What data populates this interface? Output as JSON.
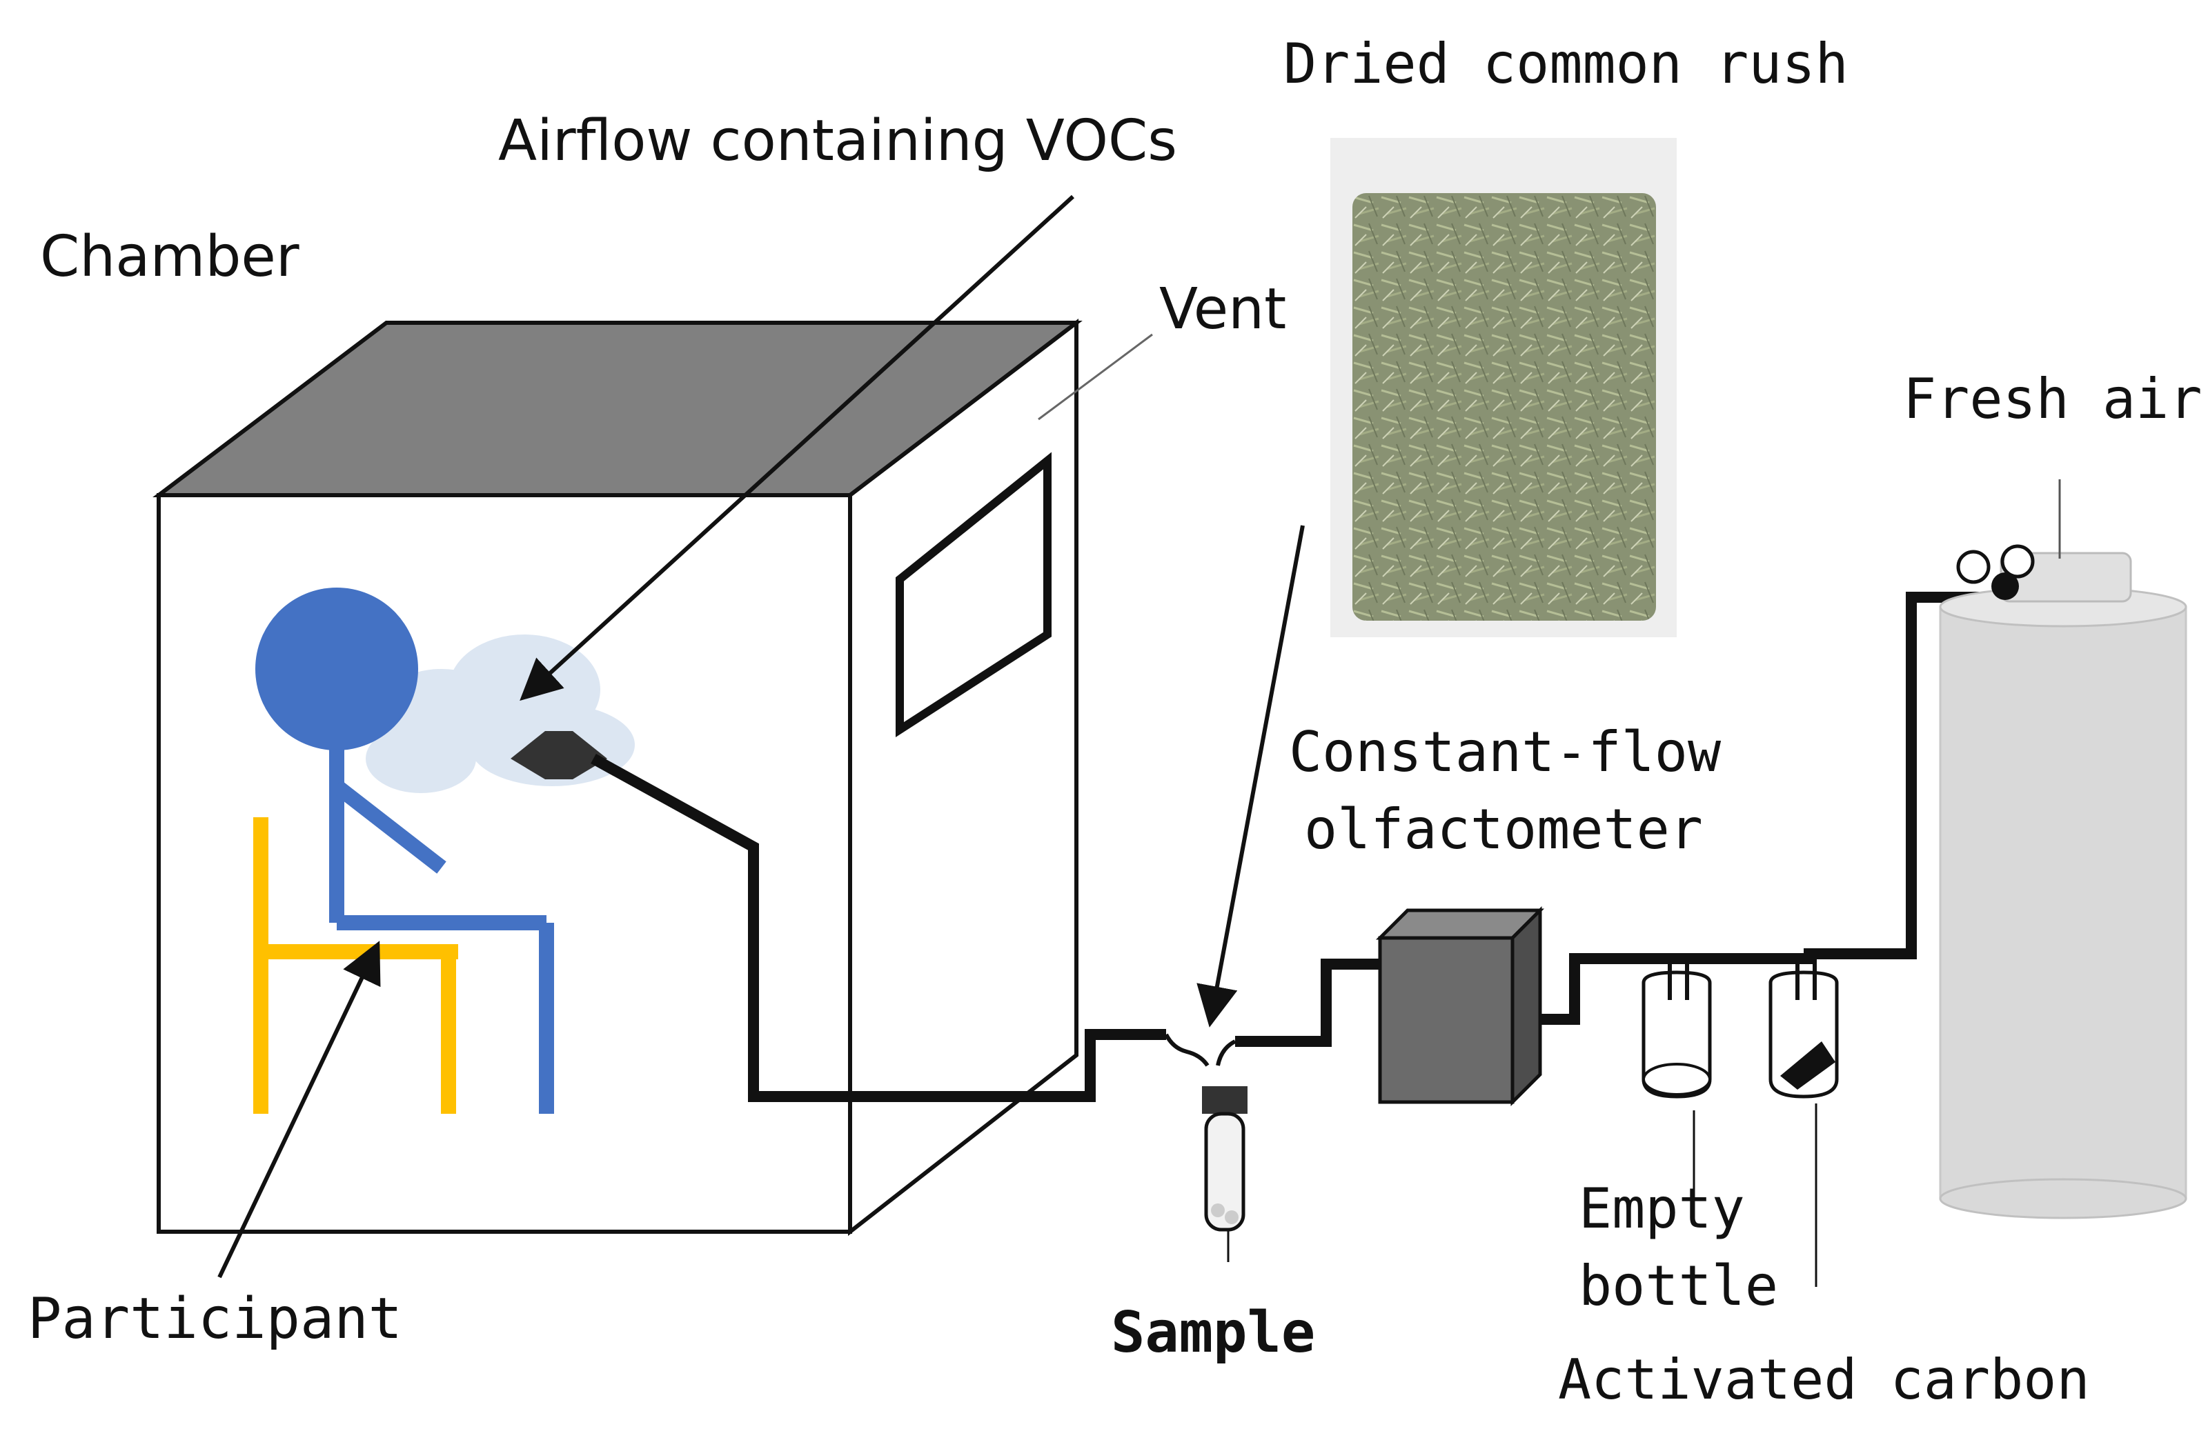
{
  "labels": {
    "chamber": "Chamber",
    "airflow": "Airflow containing VOCs",
    "vent": "Vent",
    "dried_rush": "Dried common rush",
    "fresh_air": "Fresh air",
    "olfactometer_line1": "Constant-flow",
    "olfactometer_line2": "olfactometer",
    "participant": "Participant",
    "sample": "Sample",
    "empty_line1": "Empty",
    "empty_line2": "bottle",
    "activated_carbon": "Activated carbon"
  },
  "colors": {
    "head": "#4472c4",
    "body": "#4472c4",
    "chair": "#ffc000",
    "chamber_roof": "#808080",
    "olfactometer": "#6b6b6b",
    "cylinder": "#d9d9d9",
    "cloud": "#dce6f2",
    "rush_bag": "#5e6b45"
  }
}
